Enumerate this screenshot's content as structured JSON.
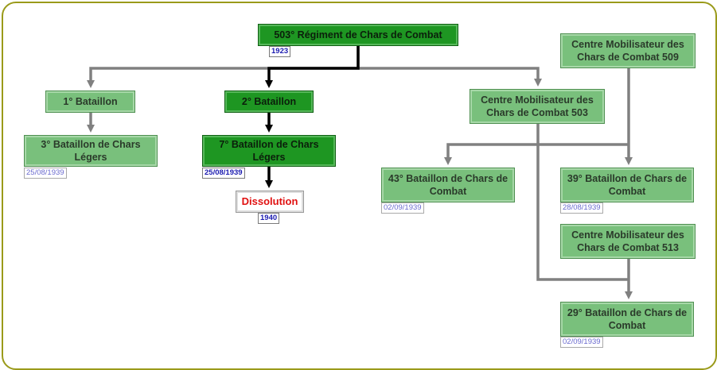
{
  "nodes": {
    "root": {
      "label": "503° Régiment de Chars de Combat",
      "date": "1923"
    },
    "bat1": {
      "label": "1° Bataillon"
    },
    "bat2": {
      "label": "2° Bataillon"
    },
    "cm503": {
      "label": "Centre Mobilisateur des Chars de Combat 503"
    },
    "cm509": {
      "label": "Centre Mobilisateur des Chars de Combat 509"
    },
    "bcl3": {
      "label": "3° Bataillon de Chars Légers",
      "date": "25/08/1939"
    },
    "bcl7": {
      "label": "7° Bataillon de Chars Légers",
      "date": "25/08/1939"
    },
    "dissolution": {
      "label": "Dissolution",
      "date": "1940"
    },
    "bcc43": {
      "label": "43° Bataillon de Chars de Combat",
      "date": "02/09/1939"
    },
    "bcc39": {
      "label": "39° Bataillon de Chars de Combat",
      "date": "28/08/1939"
    },
    "cm513": {
      "label": "Centre Mobilisateur des Chars de Combat 513"
    },
    "bcc29": {
      "label": "29° Bataillon de Chars de Combat",
      "date": "02/09/1939"
    }
  },
  "colors": {
    "light_fill": "#79c07c",
    "dark_fill": "#1e9622",
    "gray_link": "#808080",
    "black_link": "#000000",
    "frame": "#9a9a1a",
    "dissolution_text": "#e01010"
  }
}
